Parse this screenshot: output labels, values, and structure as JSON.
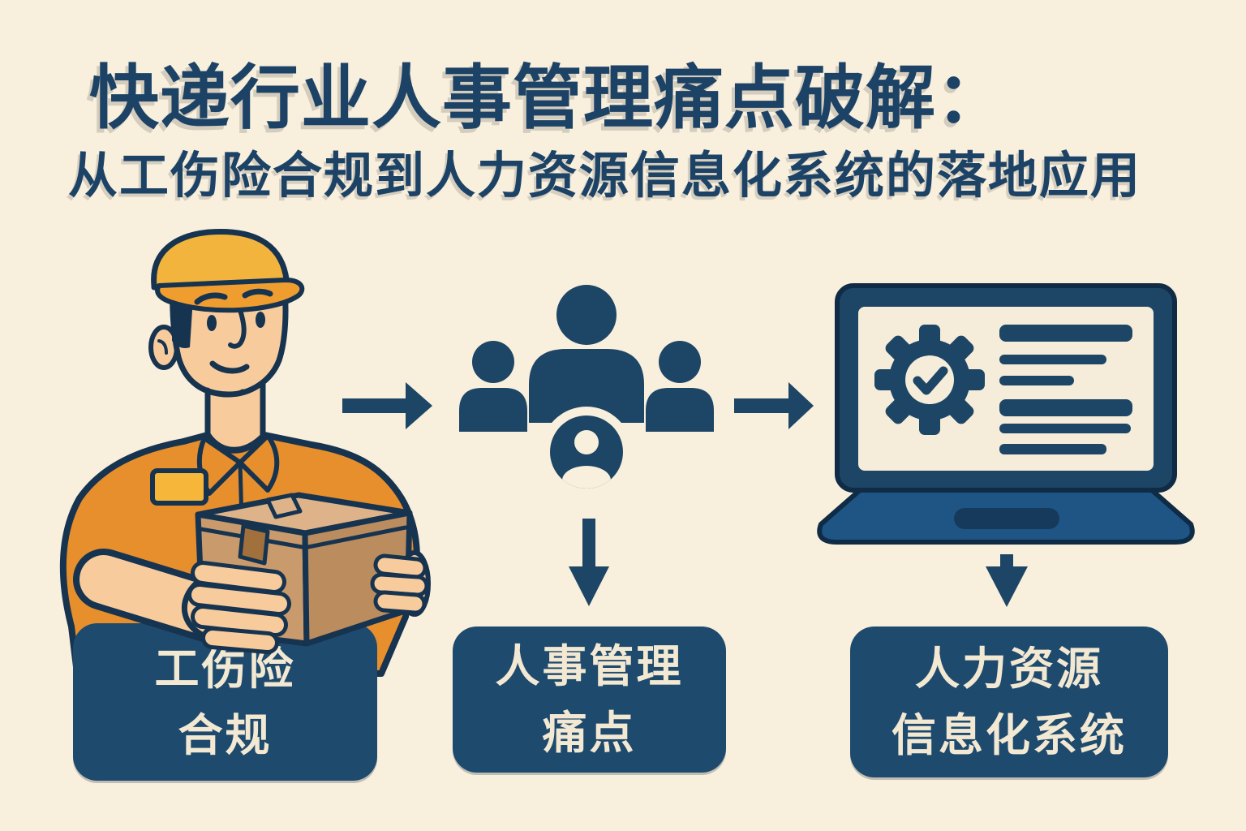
{
  "palette": {
    "background": "#f8efdd",
    "navy_icon": "#1d4565",
    "navy_outline": "#16334f",
    "card_navy": "#1e4a6e",
    "card_text": "#f3e9d3",
    "shirt_orange": "#e78e2d",
    "cap_yellow": "#f3b43e",
    "cap_brim_orange": "#f09d30",
    "skin": "#f8cb9c",
    "badge_yellow": "#f5b63a",
    "parcel_front": "#c99b6c",
    "parcel_top": "#dfb389",
    "parcel_side": "#ba8c5e",
    "parcel_tape_dark": "#a2703c",
    "laptop_base_blue": "#1e5584",
    "laptop_trackpad": "#163a5c"
  },
  "header": {
    "title": "快递行业人事管理痛点破解：",
    "subtitle": "从工伤险合规到人力资源信息化系统的落地应用"
  },
  "flow": {
    "steps": [
      {
        "icon": "delivery-courier-holding-package",
        "label_line1": "工伤险",
        "label_line2": "合规"
      },
      {
        "icon": "people-group",
        "label_line1": "人事管理",
        "label_line2": "痛点"
      },
      {
        "icon": "laptop-gear-checklist",
        "label_line1": "人力资源",
        "label_line2": "信息化系统"
      }
    ]
  }
}
